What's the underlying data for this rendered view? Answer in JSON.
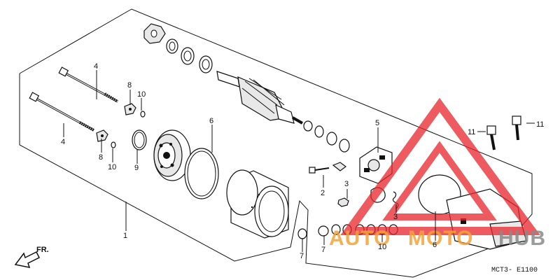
{
  "callouts": {
    "c1": "1",
    "c2": "2",
    "c3a": "3",
    "c3b": "3",
    "c4a": "4",
    "c4b": "4",
    "c5": "5",
    "c6a": "6",
    "c6b": "6",
    "c7a": "7",
    "c7b": "7",
    "c8a": "8",
    "c8b": "8",
    "c9": "9",
    "c10a": "10",
    "c10b": "10",
    "c10c": "10",
    "c11a": "11",
    "c11b": "11"
  },
  "direction_label": "FR.",
  "diagram_code": "MCT3- E1100",
  "watermark": {
    "text_part1": "AUTO",
    "text_part2": "MOTO",
    "text_part3": "HUB",
    "color_red": "#e8252b",
    "color_orange": "#f2a33a",
    "color_gray": "#8a8a8a"
  }
}
